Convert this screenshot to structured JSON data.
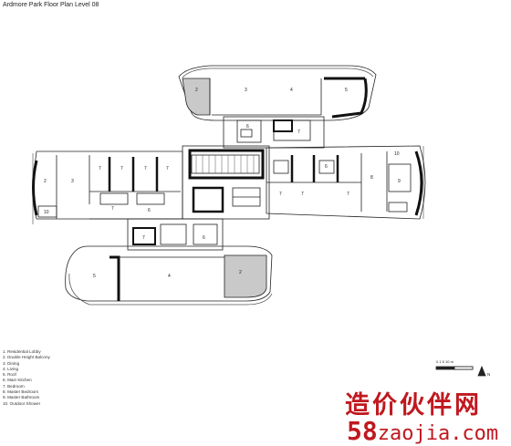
{
  "title": "Ardmore Park Floor Plan Level 08",
  "room_numbers": {
    "top_balcony": "2",
    "top_living": "3",
    "top_dining": "4",
    "top_master_bed": "5",
    "top_kitchen": "6",
    "top_bath": "7",
    "left_balcony": "2",
    "left_living": "3",
    "left_b1": "7",
    "left_b2": "7",
    "left_b3": "7",
    "left_b4": "7",
    "left_bath": "7",
    "left_service": "6",
    "left_outdoor": "10",
    "right_b1": "7",
    "right_b2": "7",
    "right_b3": "7",
    "right_dining": "8",
    "right_kitchen": "6",
    "right_bath": "9",
    "right_outdoor": "10",
    "bottom_master_bed": "5",
    "bottom_dining": "4",
    "bottom_balcony": "2",
    "bottom_kitchen": "6",
    "bottom_bath": "7"
  },
  "legend": [
    "1. Residential Lobby",
    "2. Double Height Balcony",
    "3. Dining",
    "4. Living",
    "5. Roof",
    "6. Main Kitchen",
    "7. Bedroom",
    "8. Master Bedroom",
    "9. Master Bathroom",
    "10. Outdoor Shower"
  ],
  "scale_label": "0 1 5 10 m",
  "north_label": "N",
  "watermark_cn": "造价伙伴网",
  "watermark_url_big": "58",
  "watermark_url_rest": "zaojia.com"
}
